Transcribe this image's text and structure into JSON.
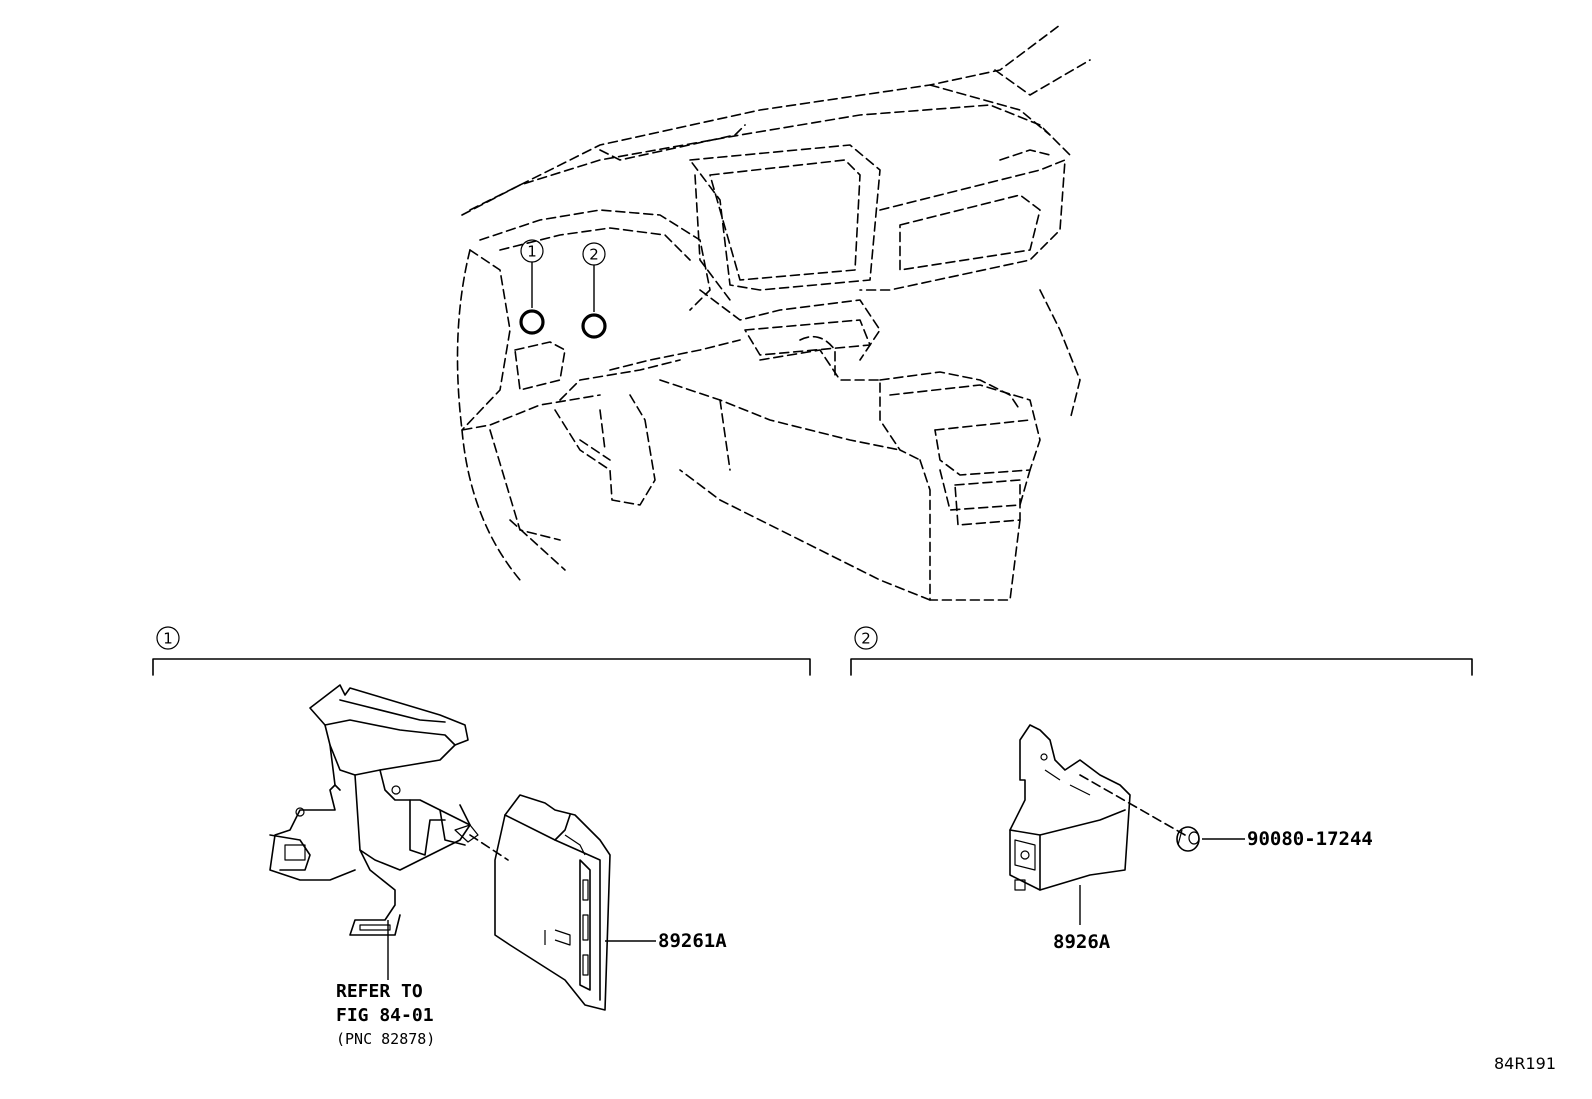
{
  "callouts": [
    {
      "label": "1"
    },
    {
      "label": "2"
    }
  ],
  "parts": {
    "p89261a": "89261A",
    "p8926a": "8926A",
    "p90080": "90080-17244"
  },
  "reference_note": {
    "line1": "REFER TO",
    "line2": "FIG 84-01",
    "line3": "(PNC 82878)"
  },
  "illustration_id": "84R191"
}
